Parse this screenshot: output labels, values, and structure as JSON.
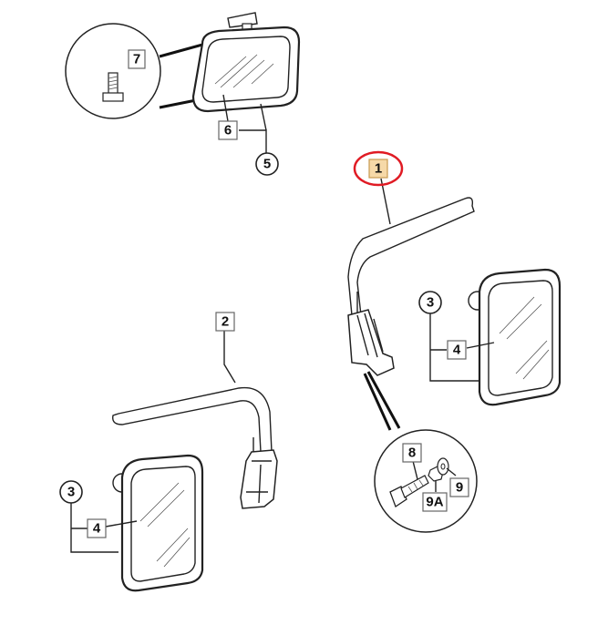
{
  "callouts": {
    "c1": "1",
    "c2": "2",
    "c3a": "3",
    "c3b": "3",
    "c4a": "4",
    "c4b": "4",
    "c5": "5",
    "c6": "6",
    "c7": "7",
    "c8": "8",
    "c9": "9",
    "c9a": "9A"
  },
  "colors": {
    "highlight_ring": "#e01b24",
    "highlight_fill": "#f6d9a8"
  }
}
